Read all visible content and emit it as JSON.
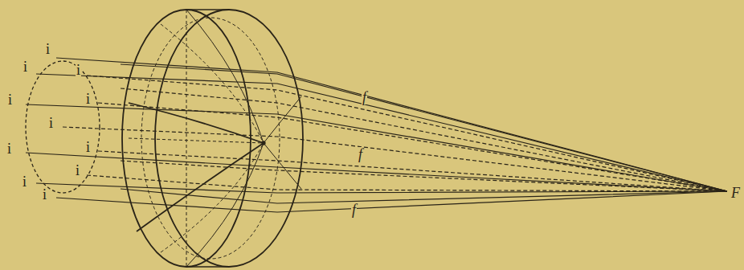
{
  "diagram": {
    "labels": [
      "i",
      "i",
      "i",
      "i",
      "i",
      "i",
      "i",
      "i",
      "i",
      "i",
      "i",
      "f",
      "f",
      "f",
      "F"
    ]
  }
}
